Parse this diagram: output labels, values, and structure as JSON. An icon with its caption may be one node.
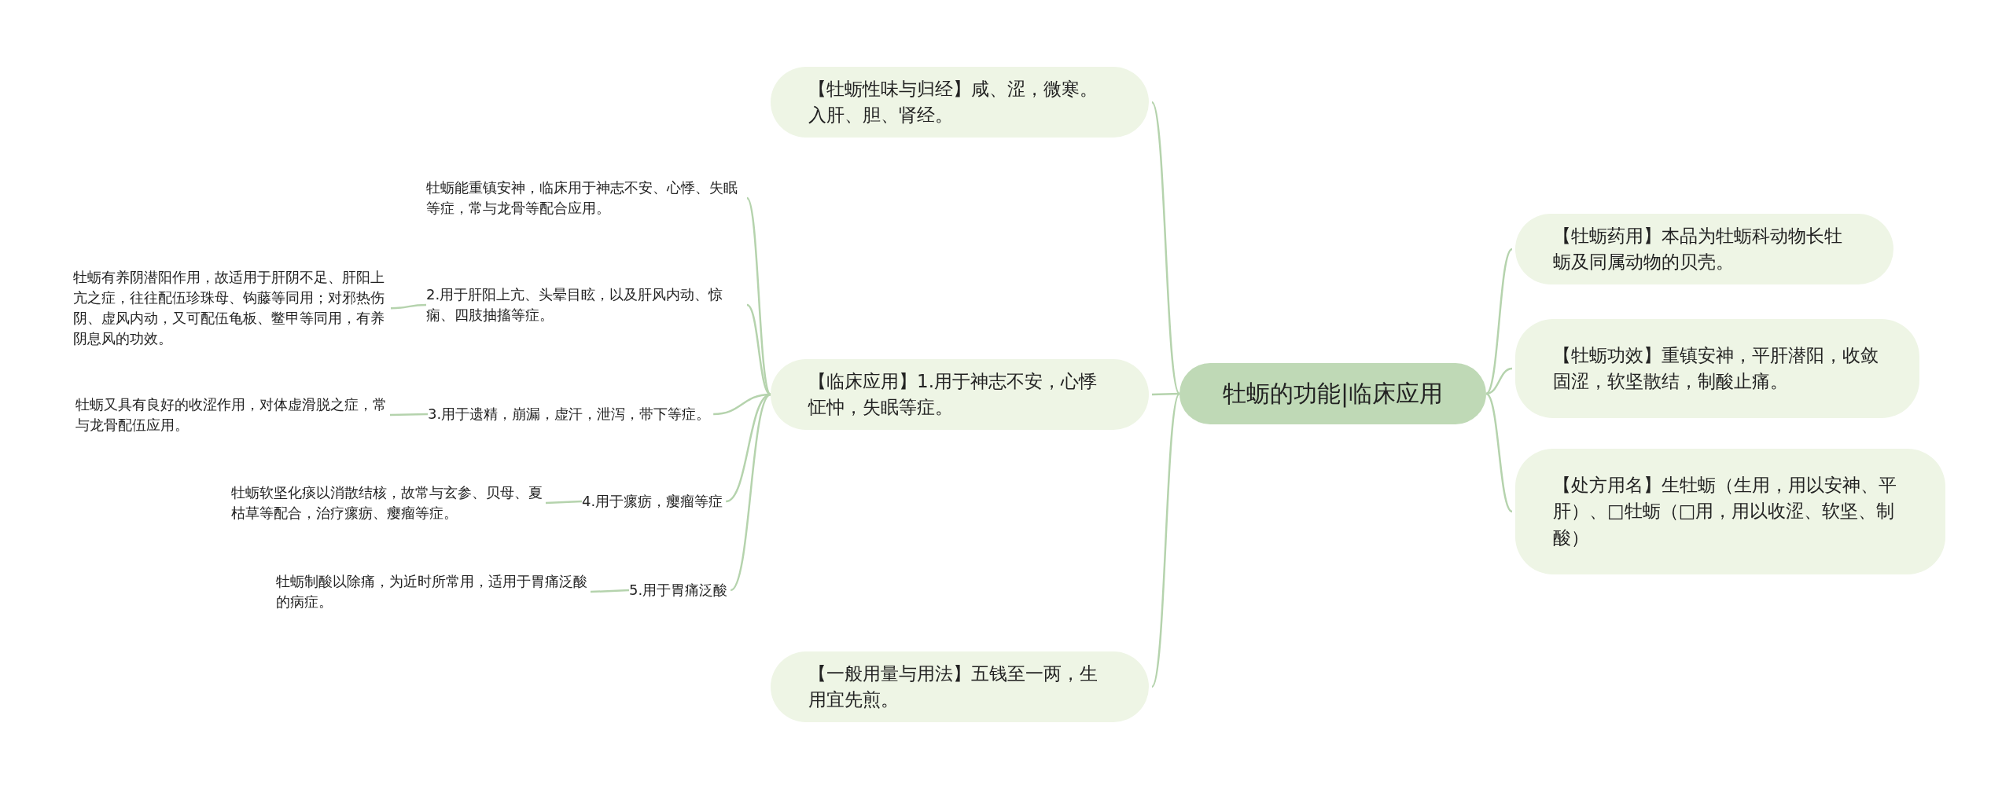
{
  "diagram": {
    "nodes": [
      {
        "text": [
          "牡蛎的功能|临床应用"
        ]
      },
      {
        "text": [
          "【牡蛎性味与归经】咸、涩，微寒。入肝、胆、肾经。"
        ]
      },
      {
        "text": [
          "【临床应用】1.用于神志不安，心悸怔忡，失眠等症。"
        ]
      },
      {
        "text": [
          "牡蛎能重镇安神，临床用于神志不安、心悸、失眠等症，常与龙骨等配合应用。"
        ]
      },
      {
        "text": [
          "2.用于肝阳上亢、头晕目眩，以及肝风内动、惊痫、四肢抽搐等症。"
        ]
      },
      {
        "text": [
          "牡蛎有养阴潜阳作用，故适用于肝阴不足、肝阳上亢之症，往往配伍珍珠母、钩藤等同用；对邪热伤阴、虚风内动，又可配伍龟板、鳖甲等同用，有养阴息风的功效。"
        ]
      },
      {
        "text": [
          "3.用于遗精，崩漏，虚汗，泄泻，带下等症。"
        ]
      },
      {
        "text": [
          "牡蛎又具有良好的收涩作用，对体虚滑脱之症，常与龙骨配伍应用。"
        ]
      },
      {
        "text": [
          "4.用于瘰疬，瘿瘤等症"
        ]
      },
      {
        "text": [
          "牡蛎软坚化痰以消散结核，故常与玄参、贝母、夏枯草等配合，治疗瘰疬、瘿瘤等症。"
        ]
      },
      {
        "text": [
          "5.用于胃痛泛酸"
        ]
      },
      {
        "text": [
          "牡蛎制酸以除痛，为近时所常用，适用于胃痛泛酸的病症。"
        ]
      },
      {
        "text": [
          "【一般用量与用法】五钱至一两，生用宜先煎。"
        ]
      },
      {
        "text": [
          "【牡蛎药用】本品为牡蛎科动物长牡蛎及同属动物的贝壳。"
        ]
      },
      {
        "text": [
          "【牡蛎功效】重镇安神，平肝潜阳，收敛固涩，软坚散结，制酸止痛。"
        ]
      },
      {
        "text": [
          "【处方用名】生牡蛎（生用，用以安神、平肝）、□牡蛎（□用，用以收涩、软坚、制酸）"
        ]
      }
    ],
    "edges": [
      {
        "from": 0,
        "to": 1,
        "arrow": "none"
      },
      {
        "from": 0,
        "to": 2,
        "arrow": "none"
      },
      {
        "from": 2,
        "to": 3,
        "arrow": "none"
      },
      {
        "from": 2,
        "to": 4,
        "arrow": "none"
      },
      {
        "from": 4,
        "to": 5,
        "arrow": "none"
      },
      {
        "from": 2,
        "to": 6,
        "arrow": "none"
      },
      {
        "from": 6,
        "to": 7,
        "arrow": "none"
      },
      {
        "from": 2,
        "to": 8,
        "arrow": "none"
      },
      {
        "from": 8,
        "to": 9,
        "arrow": "none"
      },
      {
        "from": 2,
        "to": 10,
        "arrow": "none"
      },
      {
        "from": 10,
        "to": 11,
        "arrow": "none"
      },
      {
        "from": 0,
        "to": 12,
        "arrow": "none"
      },
      {
        "from": 0,
        "to": 13,
        "arrow": "none"
      },
      {
        "from": 0,
        "to": 14,
        "arrow": "none"
      },
      {
        "from": 0,
        "to": 15,
        "arrow": "none"
      }
    ]
  }
}
